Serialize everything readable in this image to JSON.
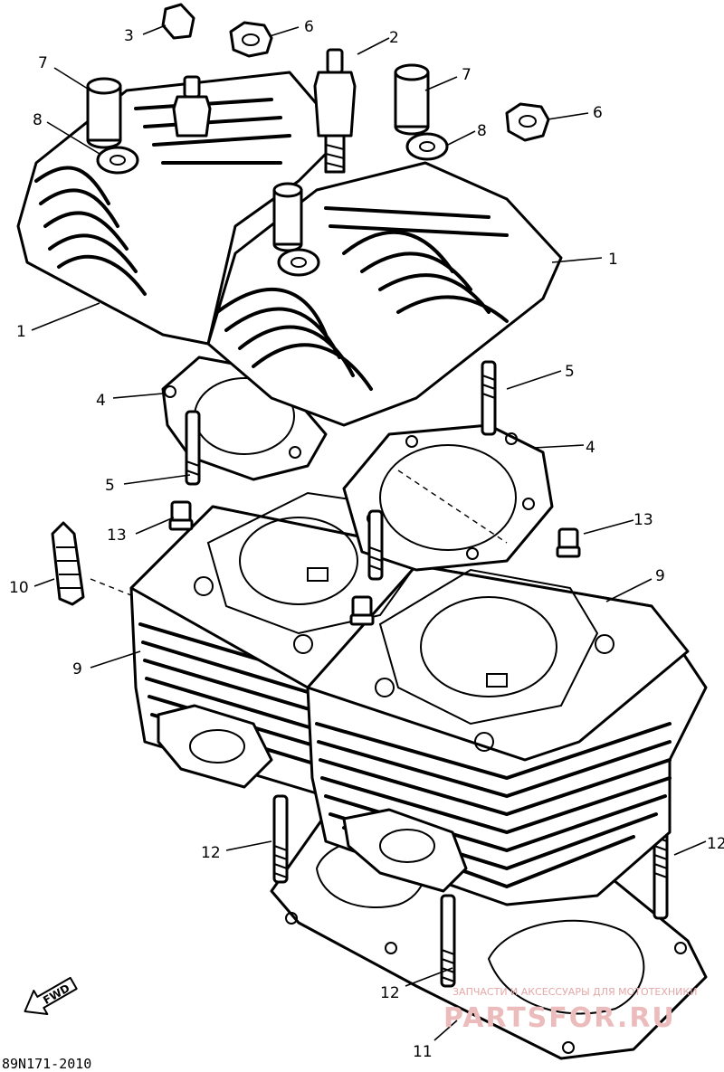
{
  "diagram_code": "89N171-2010",
  "fwd_label": "FWD",
  "watermark": {
    "tagline": "ЗАПЧАСТИ И АКСЕССУАРЫ ДЛЯ МОТОТЕХНИКИ",
    "brand": "PARTSFOR.RU"
  },
  "callouts": [
    "1",
    "1",
    "2",
    "3",
    "4",
    "4",
    "5",
    "5",
    "6",
    "6",
    "7",
    "7",
    "8",
    "8",
    "9",
    "9",
    "10",
    "11",
    "12",
    "12",
    "12",
    "13",
    "13"
  ]
}
